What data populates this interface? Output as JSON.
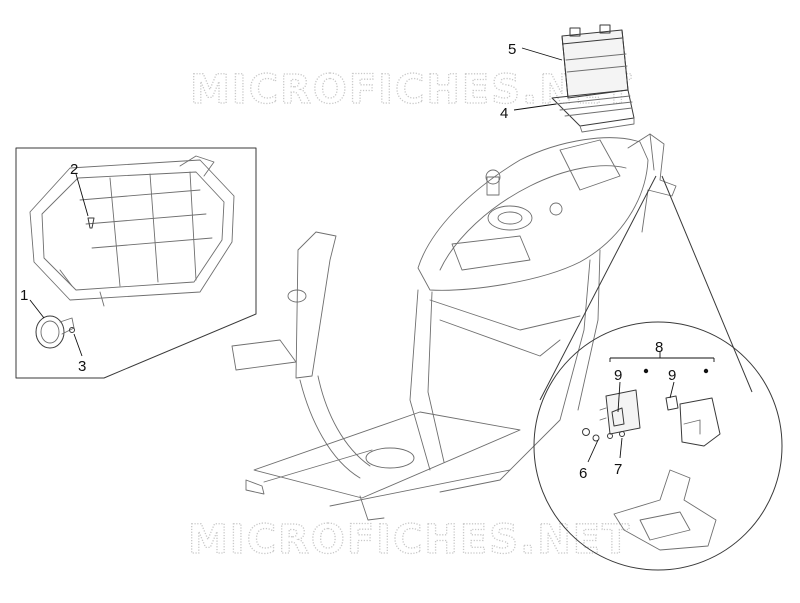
{
  "watermark": {
    "top": "MICROFICHES.NET",
    "bottom": "MICROFICHES.NET"
  },
  "callouts": {
    "c1": "1",
    "c2": "2",
    "c3": "3",
    "c4": "4",
    "c5": "5",
    "c6": "6",
    "c7": "7",
    "c8": "8",
    "c9a": "9",
    "c9b": "9"
  },
  "colors": {
    "line": "#6f6f6f",
    "label": "#111111",
    "watermark": "#c8c8c8"
  }
}
